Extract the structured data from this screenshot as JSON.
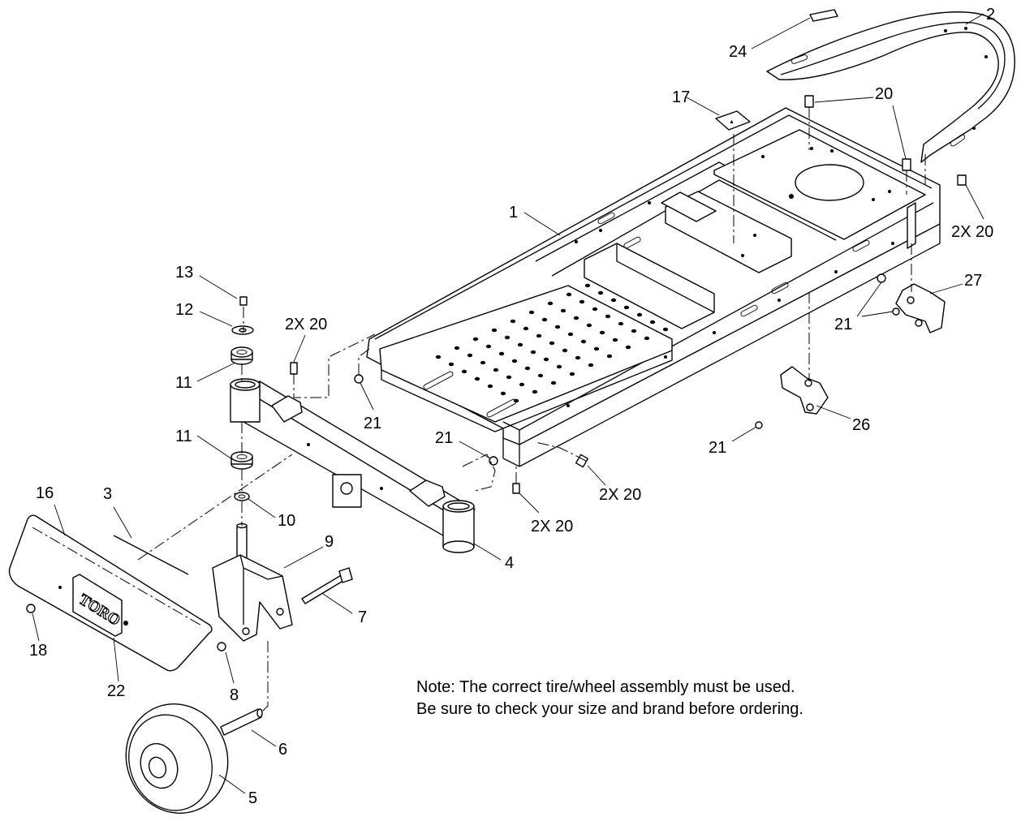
{
  "callouts": {
    "c1": "1",
    "c2": "2",
    "c3": "3",
    "c4": "4",
    "c5": "5",
    "c6": "6",
    "c7": "7",
    "c8": "8",
    "c9": "9",
    "c10": "10",
    "c11a": "11",
    "c11b": "11",
    "c12": "12",
    "c13": "13",
    "c16": "16",
    "c17": "17",
    "c18": "18",
    "c20a": "20",
    "c20b": "2X 20",
    "c20c": "2X 20",
    "c20d": "2X 20",
    "c20e": "2X 20",
    "c21a": "21",
    "c21b": "21",
    "c21c": "21",
    "c21d": "21",
    "c22": "22",
    "c24": "24",
    "c26": "26",
    "c27": "27"
  },
  "note": {
    "line1": "Note: The correct tire/wheel assembly must be used.",
    "line2": "Be sure to check your size and brand before ordering."
  },
  "decal_text": "TORO"
}
